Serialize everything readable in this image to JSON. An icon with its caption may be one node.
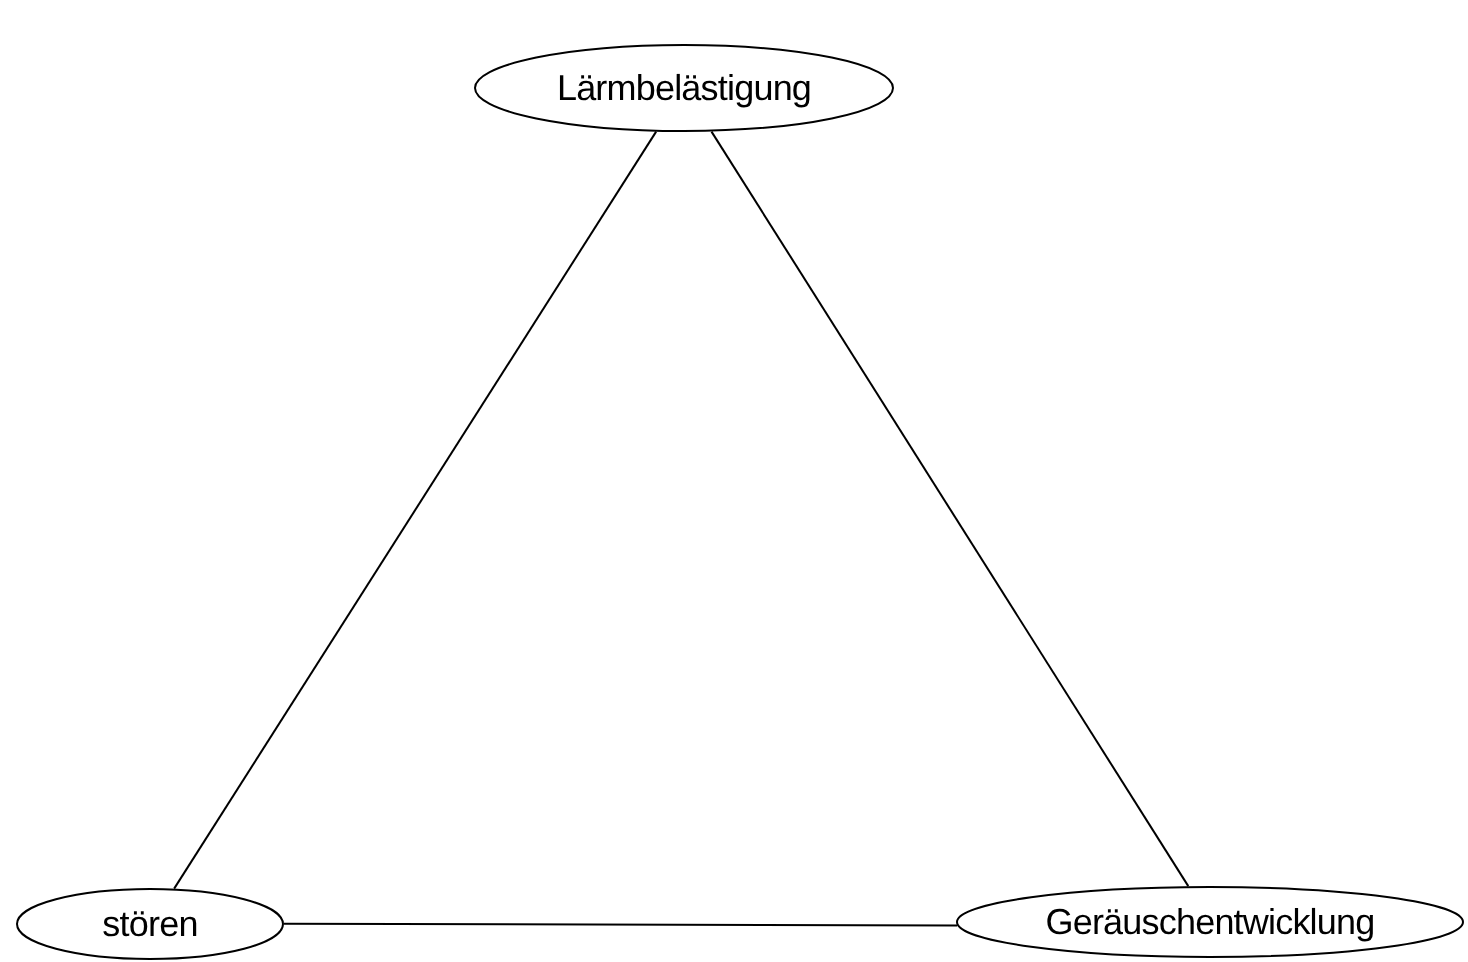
{
  "diagram": {
    "nodes": [
      {
        "text": [
          "Lärmbelästigung"
        ]
      },
      {
        "text": [
          "stören"
        ]
      },
      {
        "text": [
          "Geräuschentwicklung"
        ]
      }
    ],
    "edges": [
      {
        "from": 0,
        "to": 1,
        "arrow": "none"
      },
      {
        "from": 0,
        "to": 2,
        "arrow": "none"
      },
      {
        "from": 1,
        "to": 2,
        "arrow": "none"
      }
    ]
  }
}
